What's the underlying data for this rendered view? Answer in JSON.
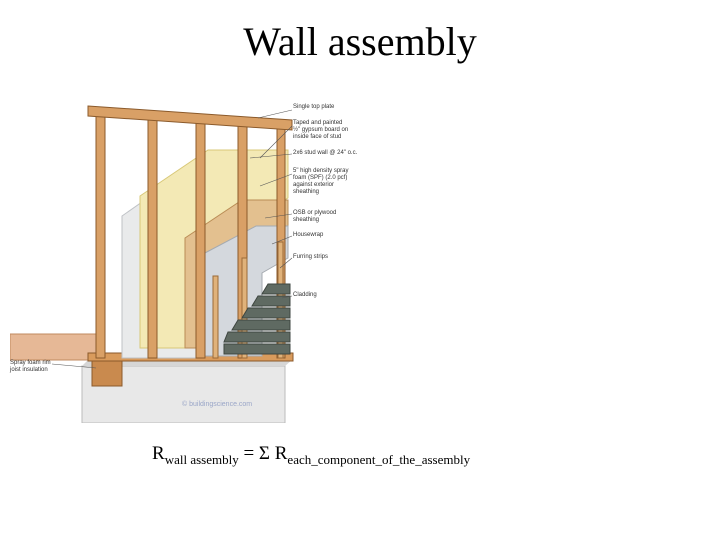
{
  "slide": {
    "title": "Wall assembly"
  },
  "figure": {
    "callouts": [
      "Single top plate",
      "Taped and painted\n½\" gypsum board on\ninside face of stud",
      "2x6 stud wall @ 24\" o.c.",
      "5\" high density spray\nfoam (SPF) (2.0 pcf)\nagainst exterior sheathing",
      "OSB or plywood\nsheathing",
      "Housewrap",
      "Furring strips",
      "Cladding"
    ],
    "left_callout": "Spray foam rim\njoist insulation",
    "credit": "© buildingscience.com"
  },
  "formula": {
    "lhs_symbol": "R",
    "lhs_subscript": "wall assembly",
    "operator": "= Σ",
    "rhs_symbol": "R",
    "rhs_subscript": "each_component_of_the_assembly"
  }
}
